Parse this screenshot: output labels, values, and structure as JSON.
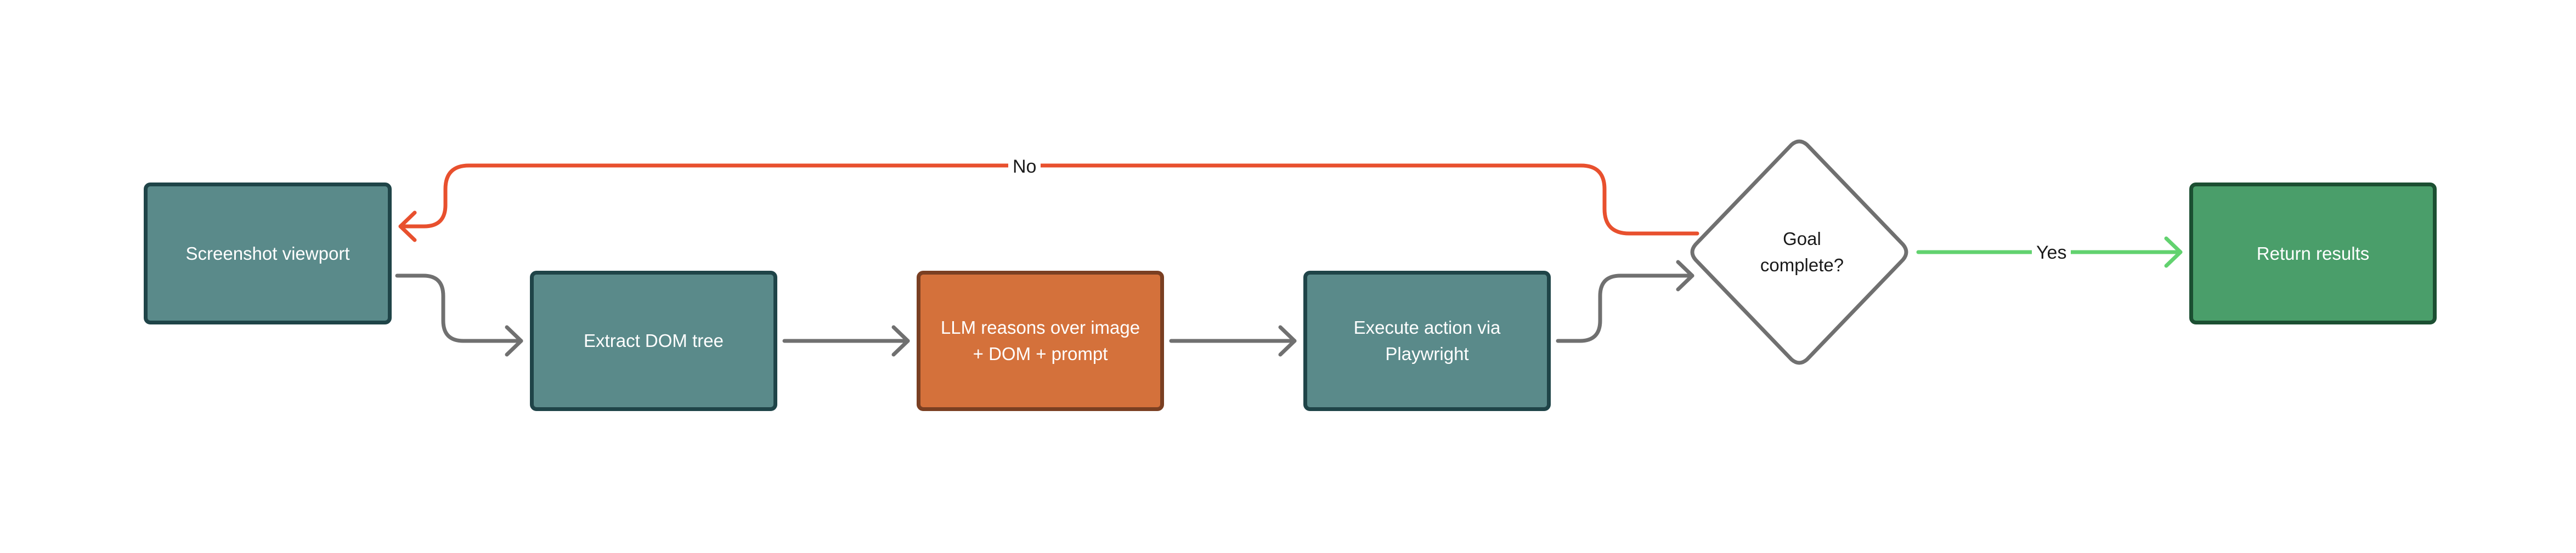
{
  "diagram": {
    "nodes": {
      "screenshot": {
        "label": "Screenshot viewport"
      },
      "extract": {
        "label": "Extract DOM tree"
      },
      "llm": {
        "label": "LLM reasons over image\n+ DOM + prompt"
      },
      "execute": {
        "label": "Execute action via\nPlaywright"
      },
      "decision": {
        "label": "Goal\ncomplete?"
      },
      "return": {
        "label": "Return results"
      }
    },
    "edges": {
      "no_label": "No",
      "yes_label": "Yes"
    },
    "colors": {
      "process_fill": "#5a8a8a",
      "process_border": "#1f4448",
      "llm_fill": "#d4713b",
      "llm_border": "#7a3f22",
      "result_fill": "#4a9e6a",
      "result_border": "#1c4f32",
      "flow_arrow": "#707070",
      "no_arrow": "#e8502e",
      "yes_arrow": "#62d26f",
      "decision_border": "#707070"
    }
  }
}
